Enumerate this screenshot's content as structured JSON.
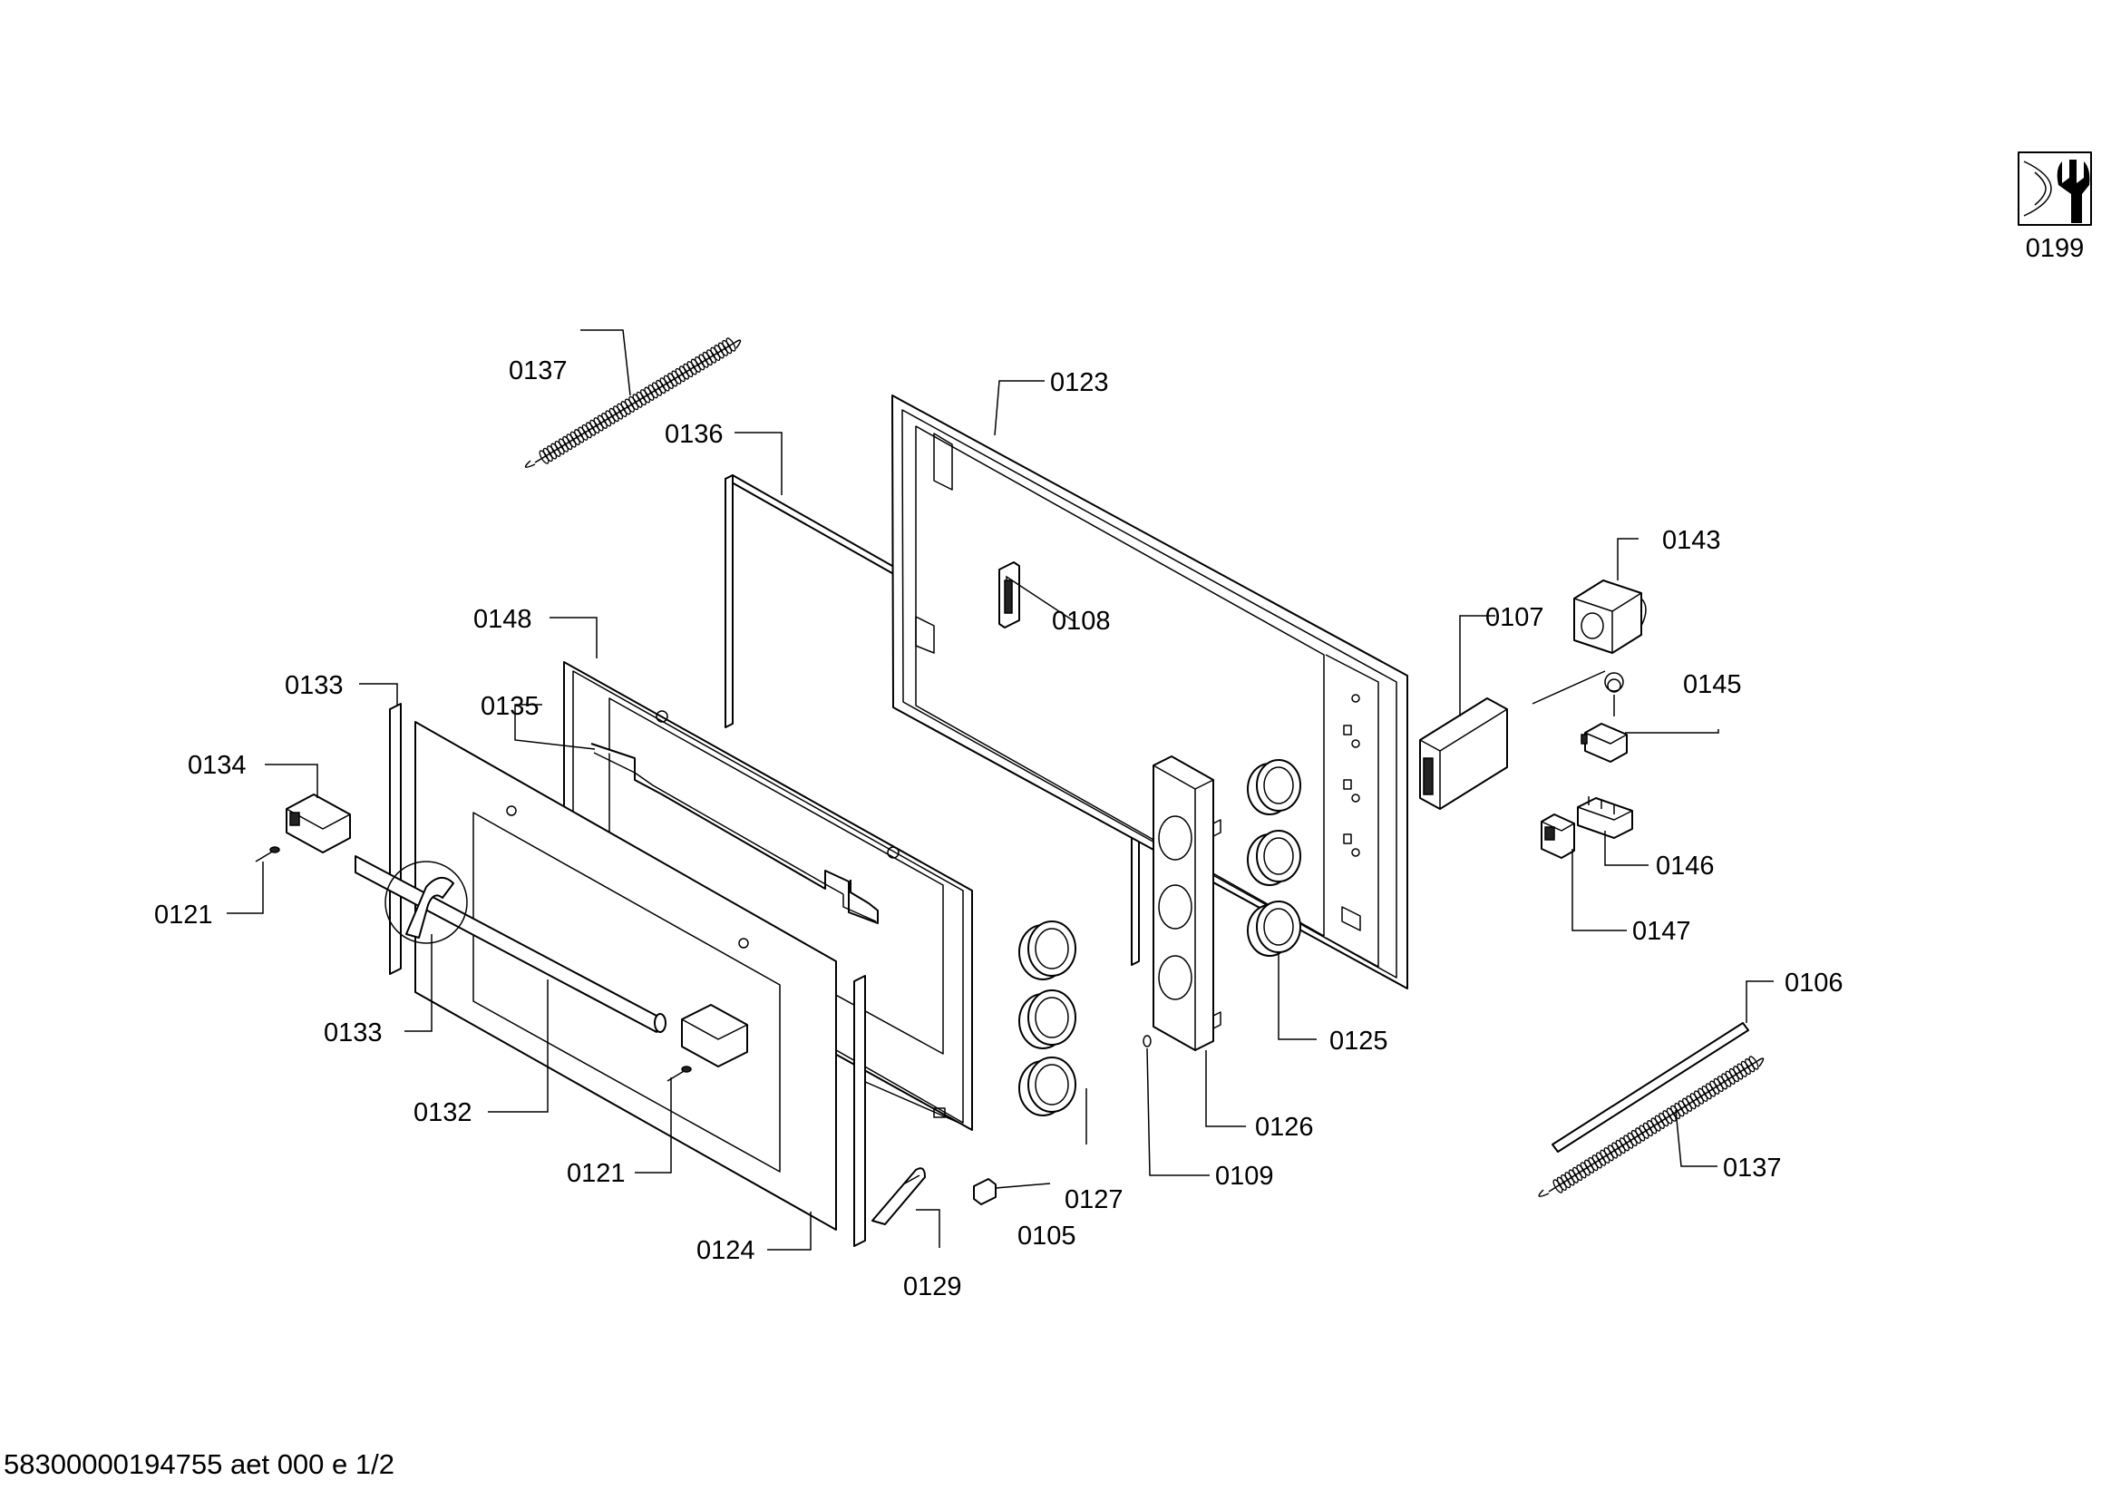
{
  "footer": {
    "document_code": "58300000194755 aet 000 e 1/2"
  },
  "service_icon": {
    "icon": "wrench-icon",
    "label": "0199"
  },
  "labels": {
    "l0137a": "0137",
    "l0136": "0136",
    "l0123": "0123",
    "l0108": "0108",
    "l0148": "0148",
    "l0143": "0143",
    "l0107": "0107",
    "l0133a": "0133",
    "l0135": "0135",
    "l0145": "0145",
    "l0134": "0134",
    "l0146": "0146",
    "l0121a": "0121",
    "l0147": "0147",
    "l0106": "0106",
    "l0133b": "0133",
    "l0125": "0125",
    "l0132": "0132",
    "l0126": "0126",
    "l0121b": "0121",
    "l0109": "0109",
    "l0127": "0127",
    "l0137b": "0137",
    "l0124": "0124",
    "l0105": "0105",
    "l0129": "0129"
  }
}
